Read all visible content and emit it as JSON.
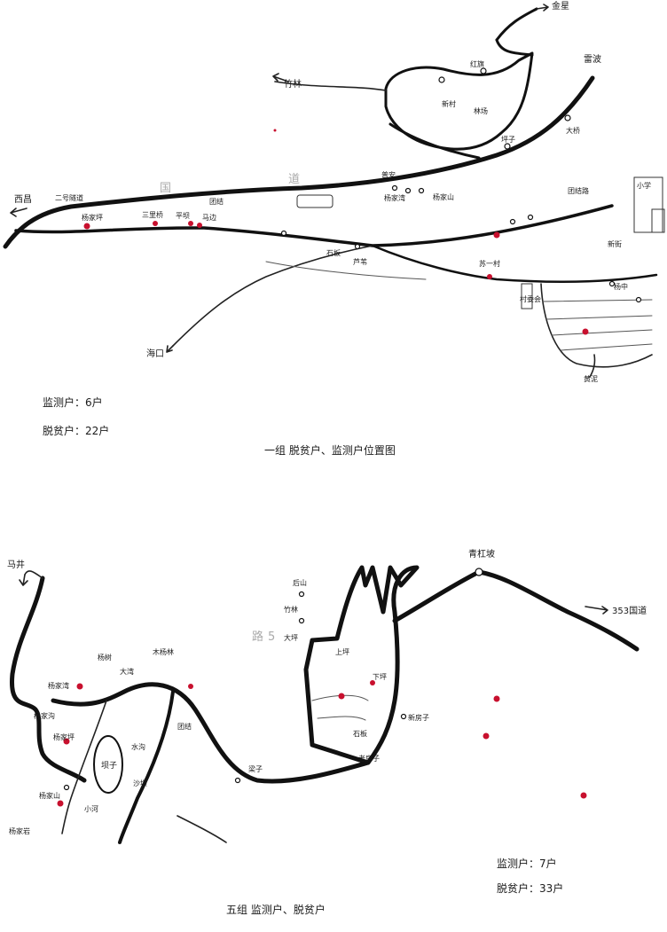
{
  "map1": {
    "caption": "一组 脱贫户、监测户位置图",
    "legend": {
      "monitor": "监测户：6户",
      "poverty": "脱贫户：22户"
    },
    "directions": {
      "north_left": "竹林",
      "north_right": "金星",
      "east": "雷波",
      "west": "西昌",
      "south": "海口"
    },
    "road_name_chars": [
      "国",
      "道"
    ],
    "places": [
      "二号隧道",
      "杨家坪",
      "三里桥",
      "平坝",
      "马边",
      "团结",
      "小学",
      "村委会",
      "普安",
      "杨家湾",
      "杨家山",
      "新村",
      "林场",
      "红旗",
      "坪子",
      "大桥",
      "石板",
      "芦苇",
      "苏一村",
      "团结路",
      "新街",
      "杨中",
      "黄泥"
    ]
  },
  "map5": {
    "caption": "五组 监测户、脱贫户",
    "legend": {
      "monitor": "监测户：7户",
      "poverty": "脱贫户：33户"
    },
    "directions": {
      "northwest": "马井",
      "east": "353国道",
      "peak": "青杠坡"
    },
    "road_name_chars": [
      "路",
      "5"
    ],
    "places": [
      "坝子",
      "杨家湾",
      "杨家坪",
      "杨家山",
      "木杨林",
      "杨树",
      "大湾",
      "后山",
      "小河",
      "团结",
      "水沟",
      "沙坝",
      "杨家沟",
      "竹林",
      "大坪",
      "上坪",
      "下坪",
      "石板",
      "新房子",
      "老房子",
      "梁子",
      "杨家岩"
    ]
  }
}
